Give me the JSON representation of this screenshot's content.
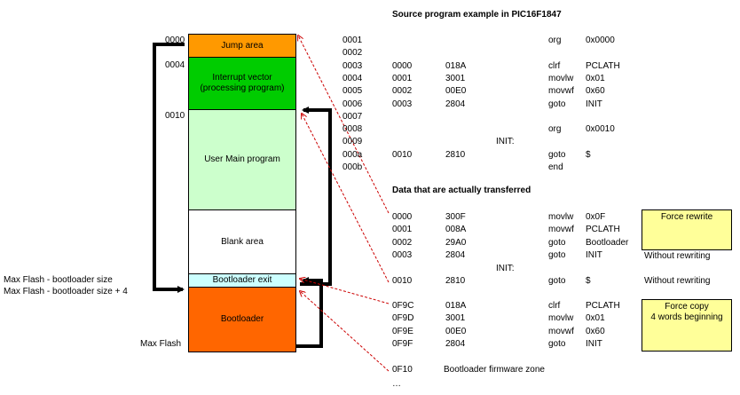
{
  "memory": {
    "addr_0000": "0000",
    "addr_0004": "0004",
    "addr_0010": "0010",
    "max_flash_bl": "Max Flash - bootloader size",
    "max_flash_bl4": "Max Flash - bootloader size + 4",
    "max_flash": "Max Flash",
    "jump": "Jump area",
    "ivec1": "Interrupt vector",
    "ivec2": "(processing program)",
    "main": "User Main program",
    "blank": "Blank area",
    "blexit": "Bootloader exit",
    "bootloader": "Bootloader",
    "colors": {
      "jump": "#ff9900",
      "ivec": "#00cc00",
      "main": "#ccffcc",
      "blexit": "#ccffff",
      "bootloader": "#ff6600"
    }
  },
  "source": {
    "title": "Source program example in PIC16F1847",
    "lines": [
      {
        "ln": "0001",
        "addr": "",
        "code": "",
        "mn": "org",
        "op": "0x0000"
      },
      {
        "ln": "0002",
        "addr": "",
        "code": "",
        "mn": "",
        "op": ""
      },
      {
        "ln": "0003",
        "addr": "0000",
        "code": "018A",
        "mn": "clrf",
        "op": "PCLATH"
      },
      {
        "ln": "0004",
        "addr": "0001",
        "code": "3001",
        "mn": "movlw",
        "op": "0x01"
      },
      {
        "ln": "0005",
        "addr": "0002",
        "code": "00E0",
        "mn": "movwf",
        "op": "0x60"
      },
      {
        "ln": "0006",
        "addr": "0003",
        "code": "2804",
        "mn": "goto",
        "op": "INIT"
      },
      {
        "ln": "0007",
        "addr": "",
        "code": "",
        "mn": "",
        "op": ""
      },
      {
        "ln": "0008",
        "addr": "",
        "code": "",
        "mn": "org",
        "op": "0x0010"
      },
      {
        "ln": "0009",
        "addr": "",
        "code": "INIT:",
        "mn": "",
        "op": ""
      },
      {
        "ln": "000a",
        "addr": "0010",
        "code": "2810",
        "mn": "goto",
        "op": "$"
      },
      {
        "ln": "000b",
        "addr": "",
        "code": "",
        "mn": "end",
        "op": ""
      }
    ]
  },
  "transfer": {
    "title": "Data that are actually transferred",
    "lines1": [
      {
        "addr": "0000",
        "code": "300F",
        "mn": "movlw",
        "op": "0x0F"
      },
      {
        "addr": "0001",
        "code": "008A",
        "mn": "movwf",
        "op": "PCLATH"
      },
      {
        "addr": "0002",
        "code": "29A0",
        "mn": "goto",
        "op": "Bootloader"
      },
      {
        "addr": "0003",
        "code": "2804",
        "mn": "goto",
        "op": "INIT"
      }
    ],
    "init_label": "INIT:",
    "line_init": {
      "addr": "0010",
      "code": "2810",
      "mn": "goto",
      "op": "$"
    },
    "lines2": [
      {
        "addr": "0F9C",
        "code": "018A",
        "mn": "clrf",
        "op": "PCLATH"
      },
      {
        "addr": "0F9D",
        "code": "3001",
        "mn": "movlw",
        "op": "0x01"
      },
      {
        "addr": "0F9E",
        "code": "00E0",
        "mn": "movwf",
        "op": "0x60"
      },
      {
        "addr": "0F9F",
        "code": "2804",
        "mn": "goto",
        "op": "INIT"
      }
    ],
    "fw_addr": "0F10",
    "fw_label": "Bootloader firmware zone",
    "ellipsis": "…",
    "without_rewriting": "Without rewriting",
    "without_rewriting_b": "Without rewriting",
    "force_rewrite": "Force rewrite",
    "force_copy_1": "Force copy",
    "force_copy_2": "4 words beginning",
    "box_color": "#ffff99"
  }
}
